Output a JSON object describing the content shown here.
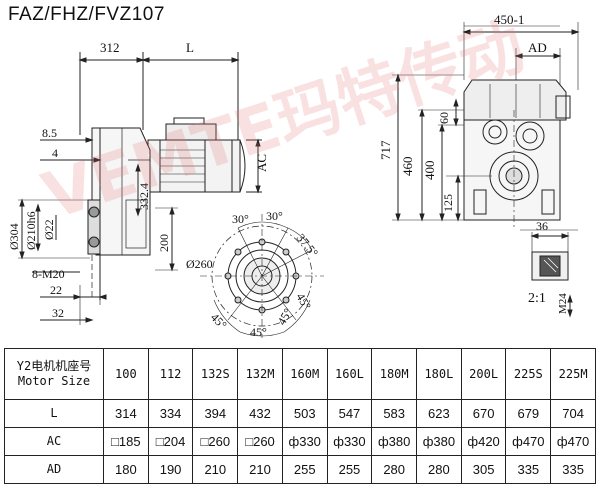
{
  "title": "FAZ/FHZ/FVZ107",
  "watermark": "VEMTE玛特传动",
  "left_view": {
    "dim_312": "312",
    "dim_L": "L",
    "dim_8_5": "8.5",
    "dim_4": "4",
    "dim_AC": "AC",
    "dim_332_4": "332.4",
    "dim_304": "Ø304",
    "dim_210": "Ø210h6",
    "dim_22_dia": "Ø22",
    "dim_200": "200",
    "dim_M20": "8-M20",
    "dim_22": "22",
    "dim_32": "32"
  },
  "flange_view": {
    "dim_260": "Ø260",
    "angle_30a": "30°",
    "angle_30b": "30°",
    "angle_37_5": "37.5°",
    "angle_45a": "45°",
    "angle_45b": "45°",
    "angle_45c": "45°",
    "angle_45d": "45°"
  },
  "right_view": {
    "dim_450": "450-1",
    "dim_AD": "AD",
    "dim_717": "717",
    "dim_460": "460",
    "dim_400": "400",
    "dim_60": "60",
    "dim_125": "125"
  },
  "shaft_detail": {
    "dim_36": "36",
    "scale": "2:1",
    "dim_M24": "M24"
  },
  "table": {
    "header_cn": "Y2电机机座号",
    "header_en": "Motor Size",
    "motor_sizes": [
      "100",
      "112",
      "132S",
      "132M",
      "160M",
      "160L",
      "180M",
      "180L",
      "200L",
      "225S",
      "225M"
    ],
    "rows": [
      {
        "label": "L",
        "values": [
          "314",
          "334",
          "394",
          "432",
          "503",
          "547",
          "583",
          "623",
          "670",
          "679",
          "704"
        ]
      },
      {
        "label": "AC",
        "values": [
          "□185",
          "□204",
          "□260",
          "□260",
          "ф330",
          "ф330",
          "ф380",
          "ф380",
          "ф420",
          "ф470",
          "ф470"
        ]
      },
      {
        "label": "AD",
        "values": [
          "180",
          "190",
          "210",
          "210",
          "255",
          "255",
          "280",
          "280",
          "305",
          "335",
          "335"
        ]
      }
    ]
  }
}
